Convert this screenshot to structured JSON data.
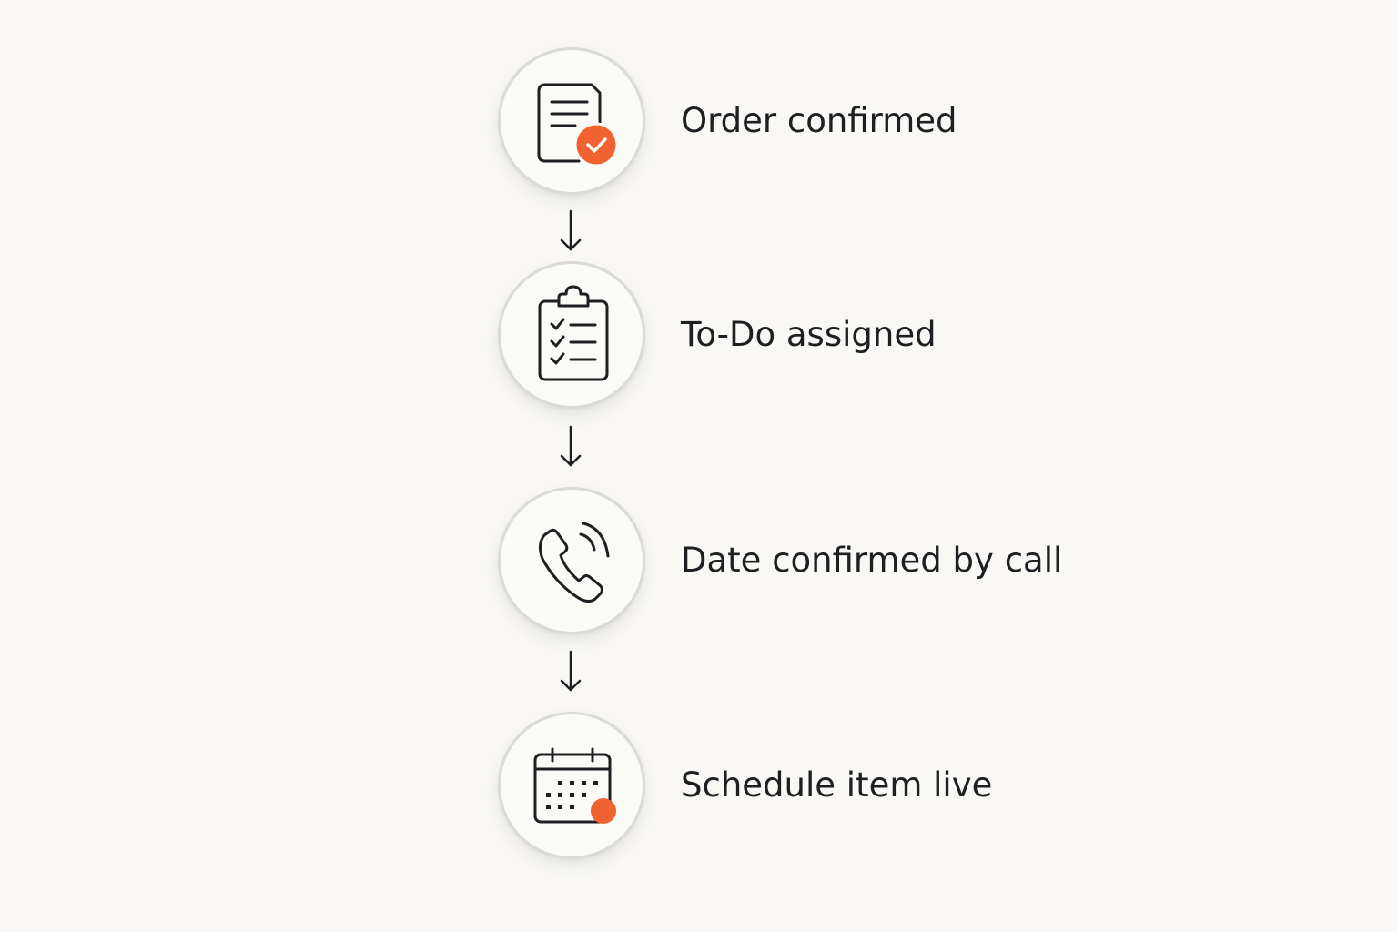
{
  "steps": [
    {
      "label": "Order confirmed",
      "icon": "document-check-icon"
    },
    {
      "label": "To-Do assigned",
      "icon": "clipboard-checklist-icon"
    },
    {
      "label": "Date confirmed by call",
      "icon": "phone-call-icon"
    },
    {
      "label": "Schedule item live",
      "icon": "calendar-icon"
    }
  ],
  "colors": {
    "accent": "#f0622f",
    "stroke": "#1d1f22",
    "background": "#f9f8f5",
    "circle_border": "#dcdad5"
  }
}
